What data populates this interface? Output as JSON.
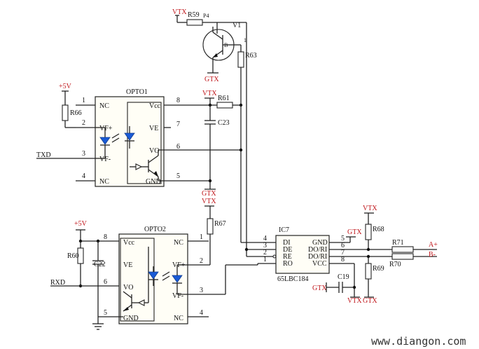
{
  "rails": {
    "vtx": "VTX",
    "gtx": "GTX",
    "plus5v": "+5V"
  },
  "components": {
    "r59": "R59",
    "r61": "R61",
    "r63": "R63",
    "r66": "R66",
    "r67": "R67",
    "r60": "R60",
    "r68": "R68",
    "r69": "R69",
    "r70": "R70",
    "r71": "R71",
    "c23": "C23",
    "c22": "C22",
    "c19": "C19",
    "v1": "V1",
    "v1_pin": "P4",
    "v1_base": "B",
    "v1_pin1": "1"
  },
  "opto1": {
    "name": "OPTO1",
    "pins": {
      "p1": "1",
      "p2": "2",
      "p3": "3",
      "p4": "4",
      "p5": "5",
      "p6": "6",
      "p7": "7",
      "p8": "8"
    },
    "left": [
      "NC",
      "VF+",
      "VF-",
      "NC"
    ],
    "right": [
      "Vcc",
      "VE",
      "VO",
      "GND"
    ]
  },
  "opto2": {
    "name": "OPTO2",
    "pins": {
      "p1": "1",
      "p2": "2",
      "p3": "3",
      "p4": "4",
      "p5": "5",
      "p6": "6",
      "p8": "8"
    },
    "left": [
      "Vcc",
      "VE",
      "VO",
      "GND"
    ],
    "right": [
      "NC",
      "VF+",
      "VF-",
      "NC"
    ]
  },
  "ic7": {
    "ref": "IC7",
    "part": "65LBC184",
    "left_pins": [
      {
        "num": "4",
        "label": "DI"
      },
      {
        "num": "3",
        "label": "DE"
      },
      {
        "num": "2",
        "label": "RE"
      },
      {
        "num": "1",
        "label": "RO"
      }
    ],
    "right_pins": [
      {
        "num": "5",
        "label": "GND"
      },
      {
        "num": "6",
        "label": "DO/RI"
      },
      {
        "num": "7",
        "label": "DO/RI"
      },
      {
        "num": "8",
        "label": "VCC"
      }
    ]
  },
  "nets": {
    "txd": "TXD",
    "rxd": "RXD",
    "a_plus": "A+",
    "b_minus": "B-"
  },
  "watermark": "www.diangon.com"
}
